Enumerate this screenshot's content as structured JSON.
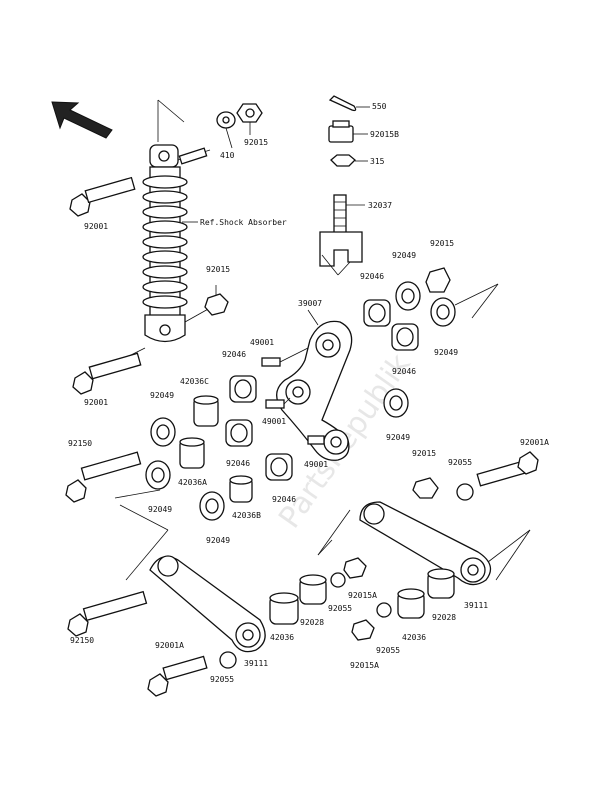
{
  "watermark": "PartsRepublik",
  "labels": {
    "p550": "550",
    "p92015B": "92015B",
    "p315": "315",
    "p32037": "32037",
    "p92015_top": "92015",
    "p410": "410",
    "p92001_top": "92001",
    "ref_shock": "Ref.Shock Absorber",
    "p92015_shock": "92015",
    "p92049_a": "92049",
    "p92015_b": "92015",
    "p92046_a": "92046",
    "p39007": "39007",
    "p92049_b": "92049",
    "p49001_a": "49001",
    "p92046_b": "92046",
    "p92001_mid": "92001",
    "p92046_c": "92046",
    "p42036C": "42036C",
    "p92049_c": "92049",
    "p49001_b": "49001",
    "p92049_d": "92049",
    "p92150_a": "92150",
    "p42036A": "42036A",
    "p92046_d": "92046",
    "p49001_c": "49001",
    "p92015_c": "92015",
    "p92055_a": "92055",
    "p92001A_right": "92001A",
    "p92049_e": "92049",
    "p92046_e": "92046",
    "p42036B": "42036B",
    "p92049_f": "92049",
    "p92015A_a": "92015A",
    "p92055_b": "92055",
    "p92028_a": "92028",
    "p42036_a": "42036",
    "p92150_b": "92150",
    "p39111_a": "39111",
    "p92001A_left": "92001A",
    "p92055_c": "92055",
    "p92055_d": "92055",
    "p42036_b": "42036",
    "p92028_b": "92028",
    "p39111_b": "39111",
    "p92015A_b": "92015A"
  }
}
